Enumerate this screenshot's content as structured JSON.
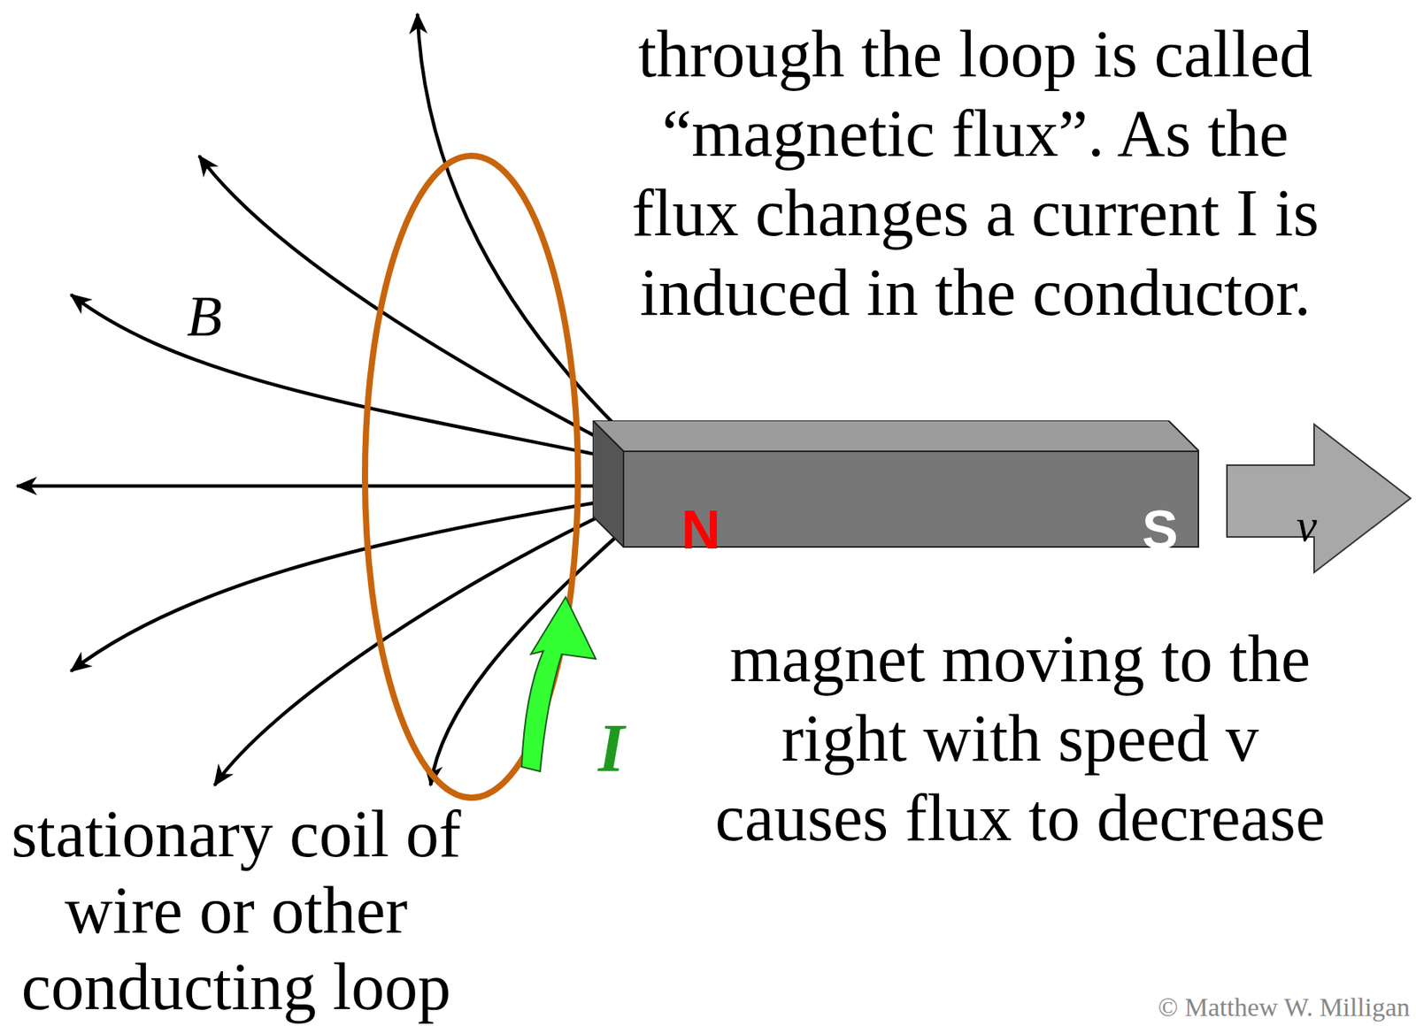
{
  "diagram": {
    "nodes": [
      {
        "text": [
          "N",
          "S"
        ]
      },
      {
        "text": [
          "v"
        ]
      }
    ],
    "labels": [
      "through the loop is called “magnetic flux”. As the flux changes a current I is induced in the conductor.",
      "B",
      "I",
      "magnet moving to the right with speed v causes flux to decrease",
      "stationary coil of wire or other conducting loop",
      "© Matthew W. Milligan"
    ]
  }
}
